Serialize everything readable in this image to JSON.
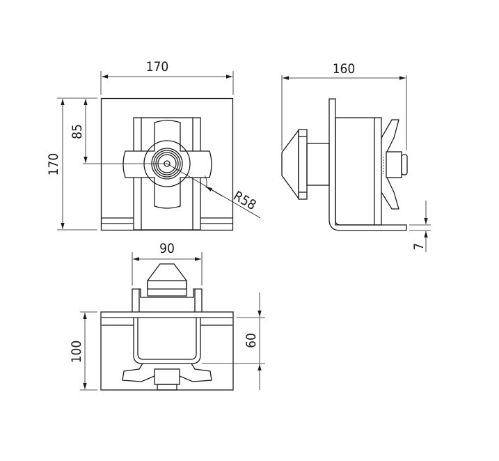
{
  "drawing": {
    "front_view": {
      "width_dim": "170",
      "height_dim": "170",
      "center_dim": "85",
      "radius_dim": "R58"
    },
    "side_view": {
      "depth_dim": "160",
      "thickness_dim": "7"
    },
    "bottom_view": {
      "width_dim": "90",
      "height_dim": "100",
      "inner_dim": "60"
    },
    "line_color": "#1a1a1a"
  }
}
